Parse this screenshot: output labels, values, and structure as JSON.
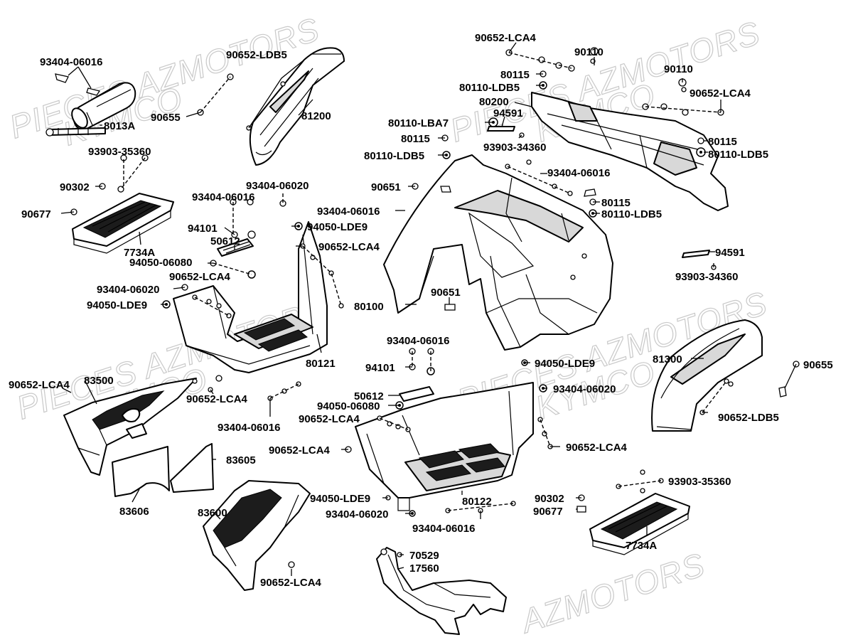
{
  "watermarks": [
    "PIECES AZMOTORS",
    "KYMCO",
    "PIECES AZMOTORS",
    "KYMCO",
    "PIECES AZMOTORS",
    "KYMCO",
    "PIECES AZMOTORS",
    "KYMCO",
    "AZMOTORS"
  ],
  "labels": [
    "93404-06016",
    "90652-LDB5",
    "90655",
    "8013A",
    "81200",
    "93903-35360",
    "90302",
    "90677",
    "7734A",
    "93404-06020",
    "93404-06016",
    "94101",
    "50612",
    "94050-LDE9",
    "93404-06016",
    "90652-LCA4",
    "94050-06080",
    "90652-LCA4",
    "93404-06020",
    "94050-LDE9",
    "80121",
    "90652-LCA4",
    "90110",
    "80115",
    "80110-LDB5",
    "80200",
    "94591",
    "80110-LBA7",
    "80115",
    "80110-LDB5",
    "93903-34360",
    "90110",
    "90652-LCA4",
    "80115",
    "80110-LDB5",
    "90651",
    "93404-06016",
    "80115",
    "80110-LDB5",
    "94591",
    "93903-34360",
    "90651",
    "80100",
    "93404-06016",
    "94101",
    "94050-LDE9",
    "81300",
    "90655",
    "90652-LCA4",
    "83500",
    "90652-LCA4",
    "50612",
    "94050-06080",
    "90652-LCA4",
    "93404-06016",
    "93404-06020",
    "90652-LDB5",
    "90652-LCA4",
    "90652-LCA4",
    "83605",
    "83606",
    "83600",
    "94050-LDE9",
    "93404-06020",
    "80122",
    "93404-06016",
    "90302",
    "90677",
    "93903-35360",
    "7734A",
    "70529",
    "17560",
    "90652-LCA4"
  ]
}
